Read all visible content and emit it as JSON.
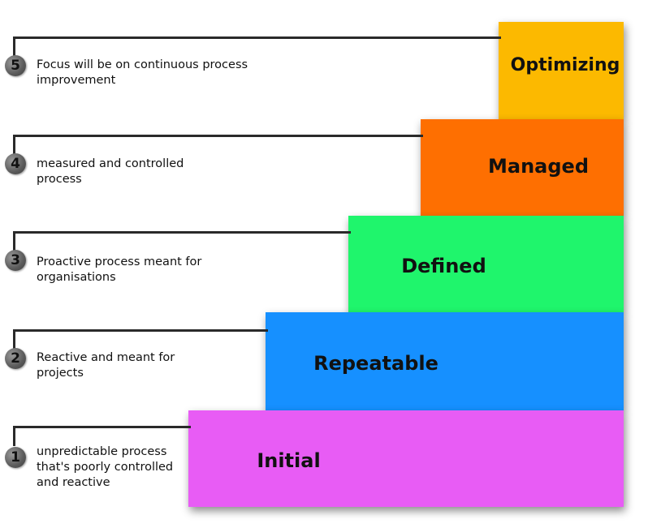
{
  "levels": [
    {
      "number": "5",
      "name": "Optimizing",
      "description": "Focus will be on continuous process improvement",
      "color": "#fcb900"
    },
    {
      "number": "4",
      "name": "Managed",
      "description": "measured and controlled process",
      "color": "#fe6f01"
    },
    {
      "number": "3",
      "name": "Defined",
      "description": "Proactive process meant for organisations",
      "color": "#1ff56c"
    },
    {
      "number": "2",
      "name": "Repeatable",
      "description": "Reactive and meant for projects",
      "color": "#1690ff"
    },
    {
      "number": "1",
      "name": "Initial",
      "description": "unpredictable process that's poorly controlled and reactive",
      "color": "#e85cf5"
    }
  ]
}
